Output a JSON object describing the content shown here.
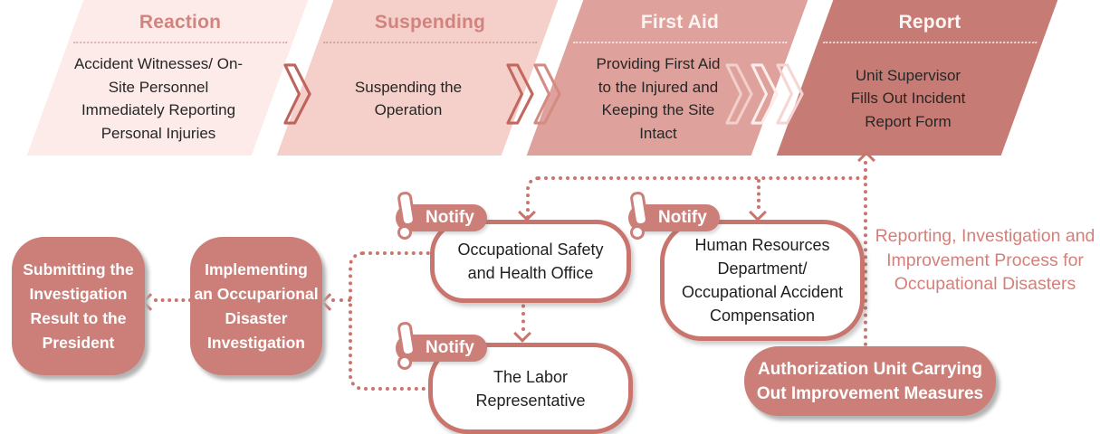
{
  "phases": [
    {
      "title": "Reaction",
      "body": "Accident Witnesses/ On-\nSite Personnel\nImmediately Reporting\nPersonal Injuries"
    },
    {
      "title": "Suspending",
      "body": "Suspending the\nOperation"
    },
    {
      "title": "First Aid",
      "body": "Providing First Aid\nto the Injured and\nKeeping the Site\nIntact"
    },
    {
      "title": "Report",
      "body": "Unit Supervisor\nFills Out Incident\nReport Form"
    }
  ],
  "notify": {
    "label": "Notify"
  },
  "nodes": {
    "osh": {
      "label": "Occupational Safety\nand Health Office"
    },
    "hr": {
      "label": "Human Resources\nDepartment/\nOccupational Accident\nCompensation"
    },
    "labor": {
      "label": "The Labor\nRepresentative"
    },
    "implementing": {
      "label": "Implementing\nan Occuparional\nDisaster\nInvestigation"
    },
    "submitting": {
      "label": "Submitting the\nInvestigation\nResult to the\nPresident"
    },
    "authorization": {
      "label": "Authorization Unit Carrying\nOut Improvement Measures"
    }
  },
  "caption": "Reporting, Investigation and\nImprovement Process for\nOccupational Disasters",
  "colors": {
    "accent": "#c9746d",
    "node-fill": "#cb7f78",
    "title-rose": "#d2837d",
    "caption-rose": "#d4807a",
    "ink": "#262626",
    "phase-1": "#fcebe9",
    "phase-2": "#f5d0ca",
    "phase-3": "#dfa19b",
    "phase-4": "#c67c74",
    "chev-1": "#bd655d",
    "chev-2a": "#c2685f",
    "chev-2b": "#d38b84",
    "chev-3a": "#f2cfca",
    "chev-3b": "#fdeeec",
    "chev-3c": "#f5d6d2"
  }
}
